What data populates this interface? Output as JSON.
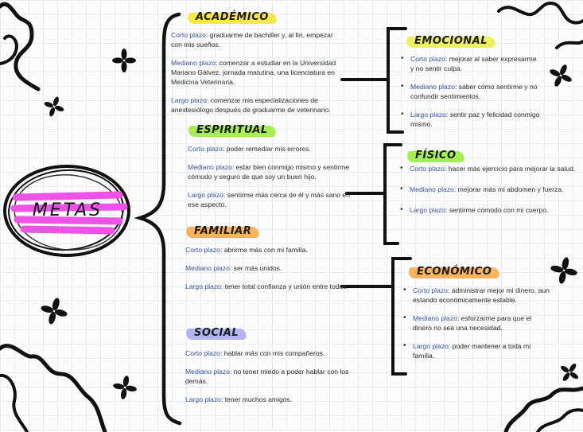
{
  "center": {
    "title": "METAS"
  },
  "colors": {
    "academico": "#f9e94a",
    "espiritual": "#a7ee4f",
    "familiar": "#f7b45a",
    "social": "#b3b4f4",
    "emocional": "#eef15a",
    "fisico": "#a7ee4f",
    "economico": "#f7b45a",
    "metas": "#ee52e6",
    "label_blue": "#3a50a8"
  },
  "sections": {
    "academico": {
      "title": "ACADÉMICO",
      "items": [
        {
          "label": "Corto plazo",
          "text": ": graduarme de bachiller y, al fin, empezar con mis sueños."
        },
        {
          "label": "Mediano plazo",
          "text": ": comenzar a estudiar en la Universidad Mariano Gálvez, jornada matutina, una licenciatura en Medicina Veterinaria."
        },
        {
          "label": "Largo plazo",
          "text": ": comenzar mis especializaciones de anestesiólogo después de graduarme de veterinario."
        }
      ]
    },
    "espiritual": {
      "title": "ESPIRITUAL",
      "items": [
        {
          "label": "Corto plazo",
          "text": ": poder remediar mis errores."
        },
        {
          "label": "Mediano plazo",
          "text": ": estar bien conmigo mismo y sentirme cómodo y seguro de que soy un buen hijo."
        },
        {
          "label": "Largo plazo",
          "text": ": sentirme más cerca de él y más sano en ese aspecto."
        }
      ]
    },
    "familiar": {
      "title": "FAMILIAR",
      "items": [
        {
          "label": "Corto plazo",
          "text": ": abrirme más con mi familia."
        },
        {
          "label": "Mediano plazo",
          "text": ": ser más unidos."
        },
        {
          "label": "Largo plazo",
          "text": ": tener total confianza y unión entre todos."
        }
      ]
    },
    "social": {
      "title": "SOCIAL",
      "items": [
        {
          "label": "Corto plazo",
          "text": ": hablar más con mis compañeros."
        },
        {
          "label": "Mediano plazo",
          "text": ": no tener miedo a poder hablar con los demás."
        },
        {
          "label": "Largo plazo",
          "text": ": tener muchos amigos."
        }
      ]
    },
    "emocional": {
      "title": "EMOCIONAL",
      "items": [
        {
          "label": "Corto plazo",
          "text": ": mejorar al saber expresarme y no sentir culpa."
        },
        {
          "label": "Mediano plazo",
          "text": ": saber cómo sentirme y no confundir sentimientos."
        },
        {
          "label": "Largo plazo",
          "text": ": sentir paz y felicidad conmigo mismo."
        }
      ]
    },
    "fisico": {
      "title": "FÍSICO",
      "items": [
        {
          "label": "Corto plazo",
          "text": ": hacer más ejercicio para mejorar la salud."
        },
        {
          "label": "Mediano plazo",
          "text": ": mejorar más mi abdomen y fuerza."
        },
        {
          "label": "Largo plazo",
          "text": ": sentirme cómodo con mi cuerpo."
        }
      ]
    },
    "economico": {
      "title": "ECONÓMICO",
      "items": [
        {
          "label": "Corto plazo",
          "text": ": administrar mejor mi dinero, aun estando económicamente estable."
        },
        {
          "label": "Mediano plazo",
          "text": ": esforzarme para que el dinero no sea una necesidad."
        },
        {
          "label": "Largo plazo",
          "text": ": poder mantener a toda mi familia."
        }
      ]
    }
  }
}
